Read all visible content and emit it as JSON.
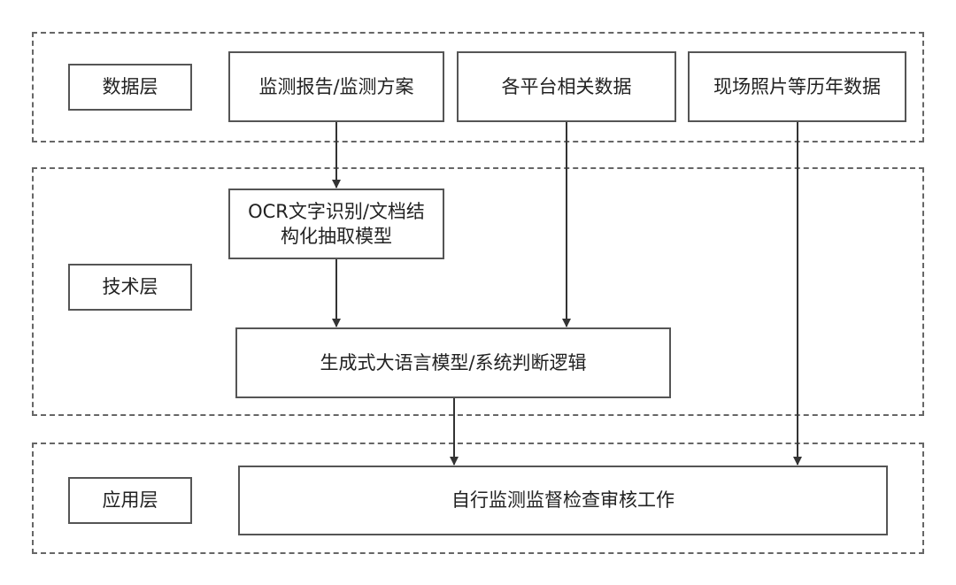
{
  "layers": {
    "data": "数据层",
    "tech": "技术层",
    "app": "应用层"
  },
  "nodes": {
    "monitoring_report": "监测报告/监测方案",
    "platform_data": "各平台相关数据",
    "site_photos": "现场照片等历年数据",
    "ocr_line1": "OCR文字识别/文档结",
    "ocr_line2": "构化抽取模型",
    "llm": "生成式大语言模型/系统判断逻辑",
    "application": "自行监测监督检查审核工作"
  }
}
